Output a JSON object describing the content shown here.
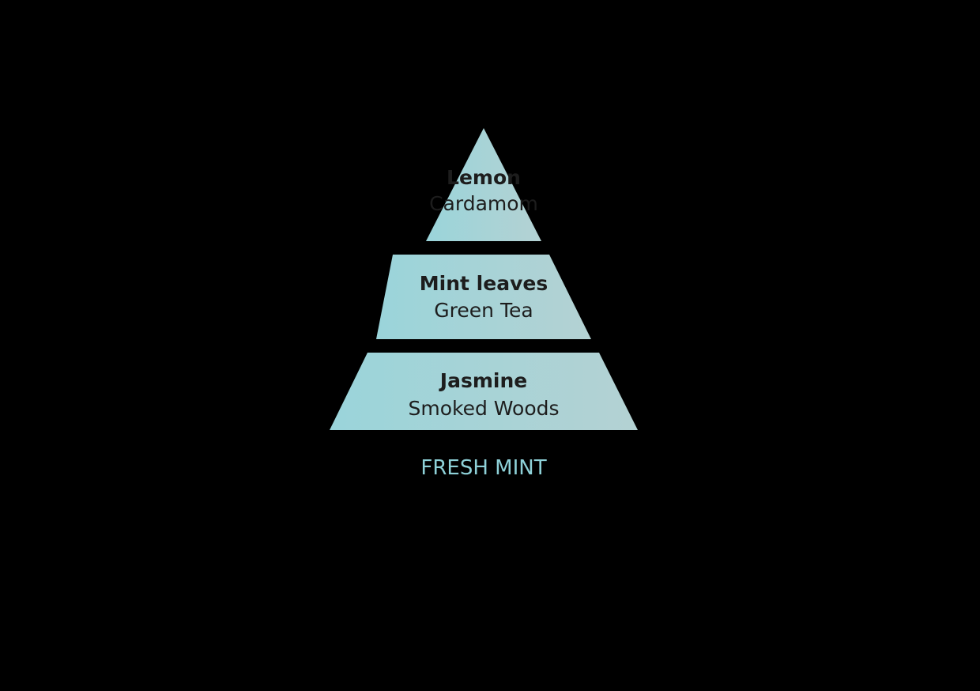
{
  "pyramid": {
    "tiers": [
      {
        "primary": "Lemon",
        "secondary": "Cardamom"
      },
      {
        "primary": "Mint leaves",
        "secondary": "Green Tea"
      },
      {
        "primary": "Jasmine",
        "secondary": "Smoked Woods"
      }
    ],
    "title": "FRESH MINT",
    "colors": {
      "background": "#000000",
      "tier_fill_start": "#9ad4da",
      "tier_fill_end": "#b4d2d3",
      "text": "#1d1d1d",
      "title": "#8ed1d8"
    }
  }
}
